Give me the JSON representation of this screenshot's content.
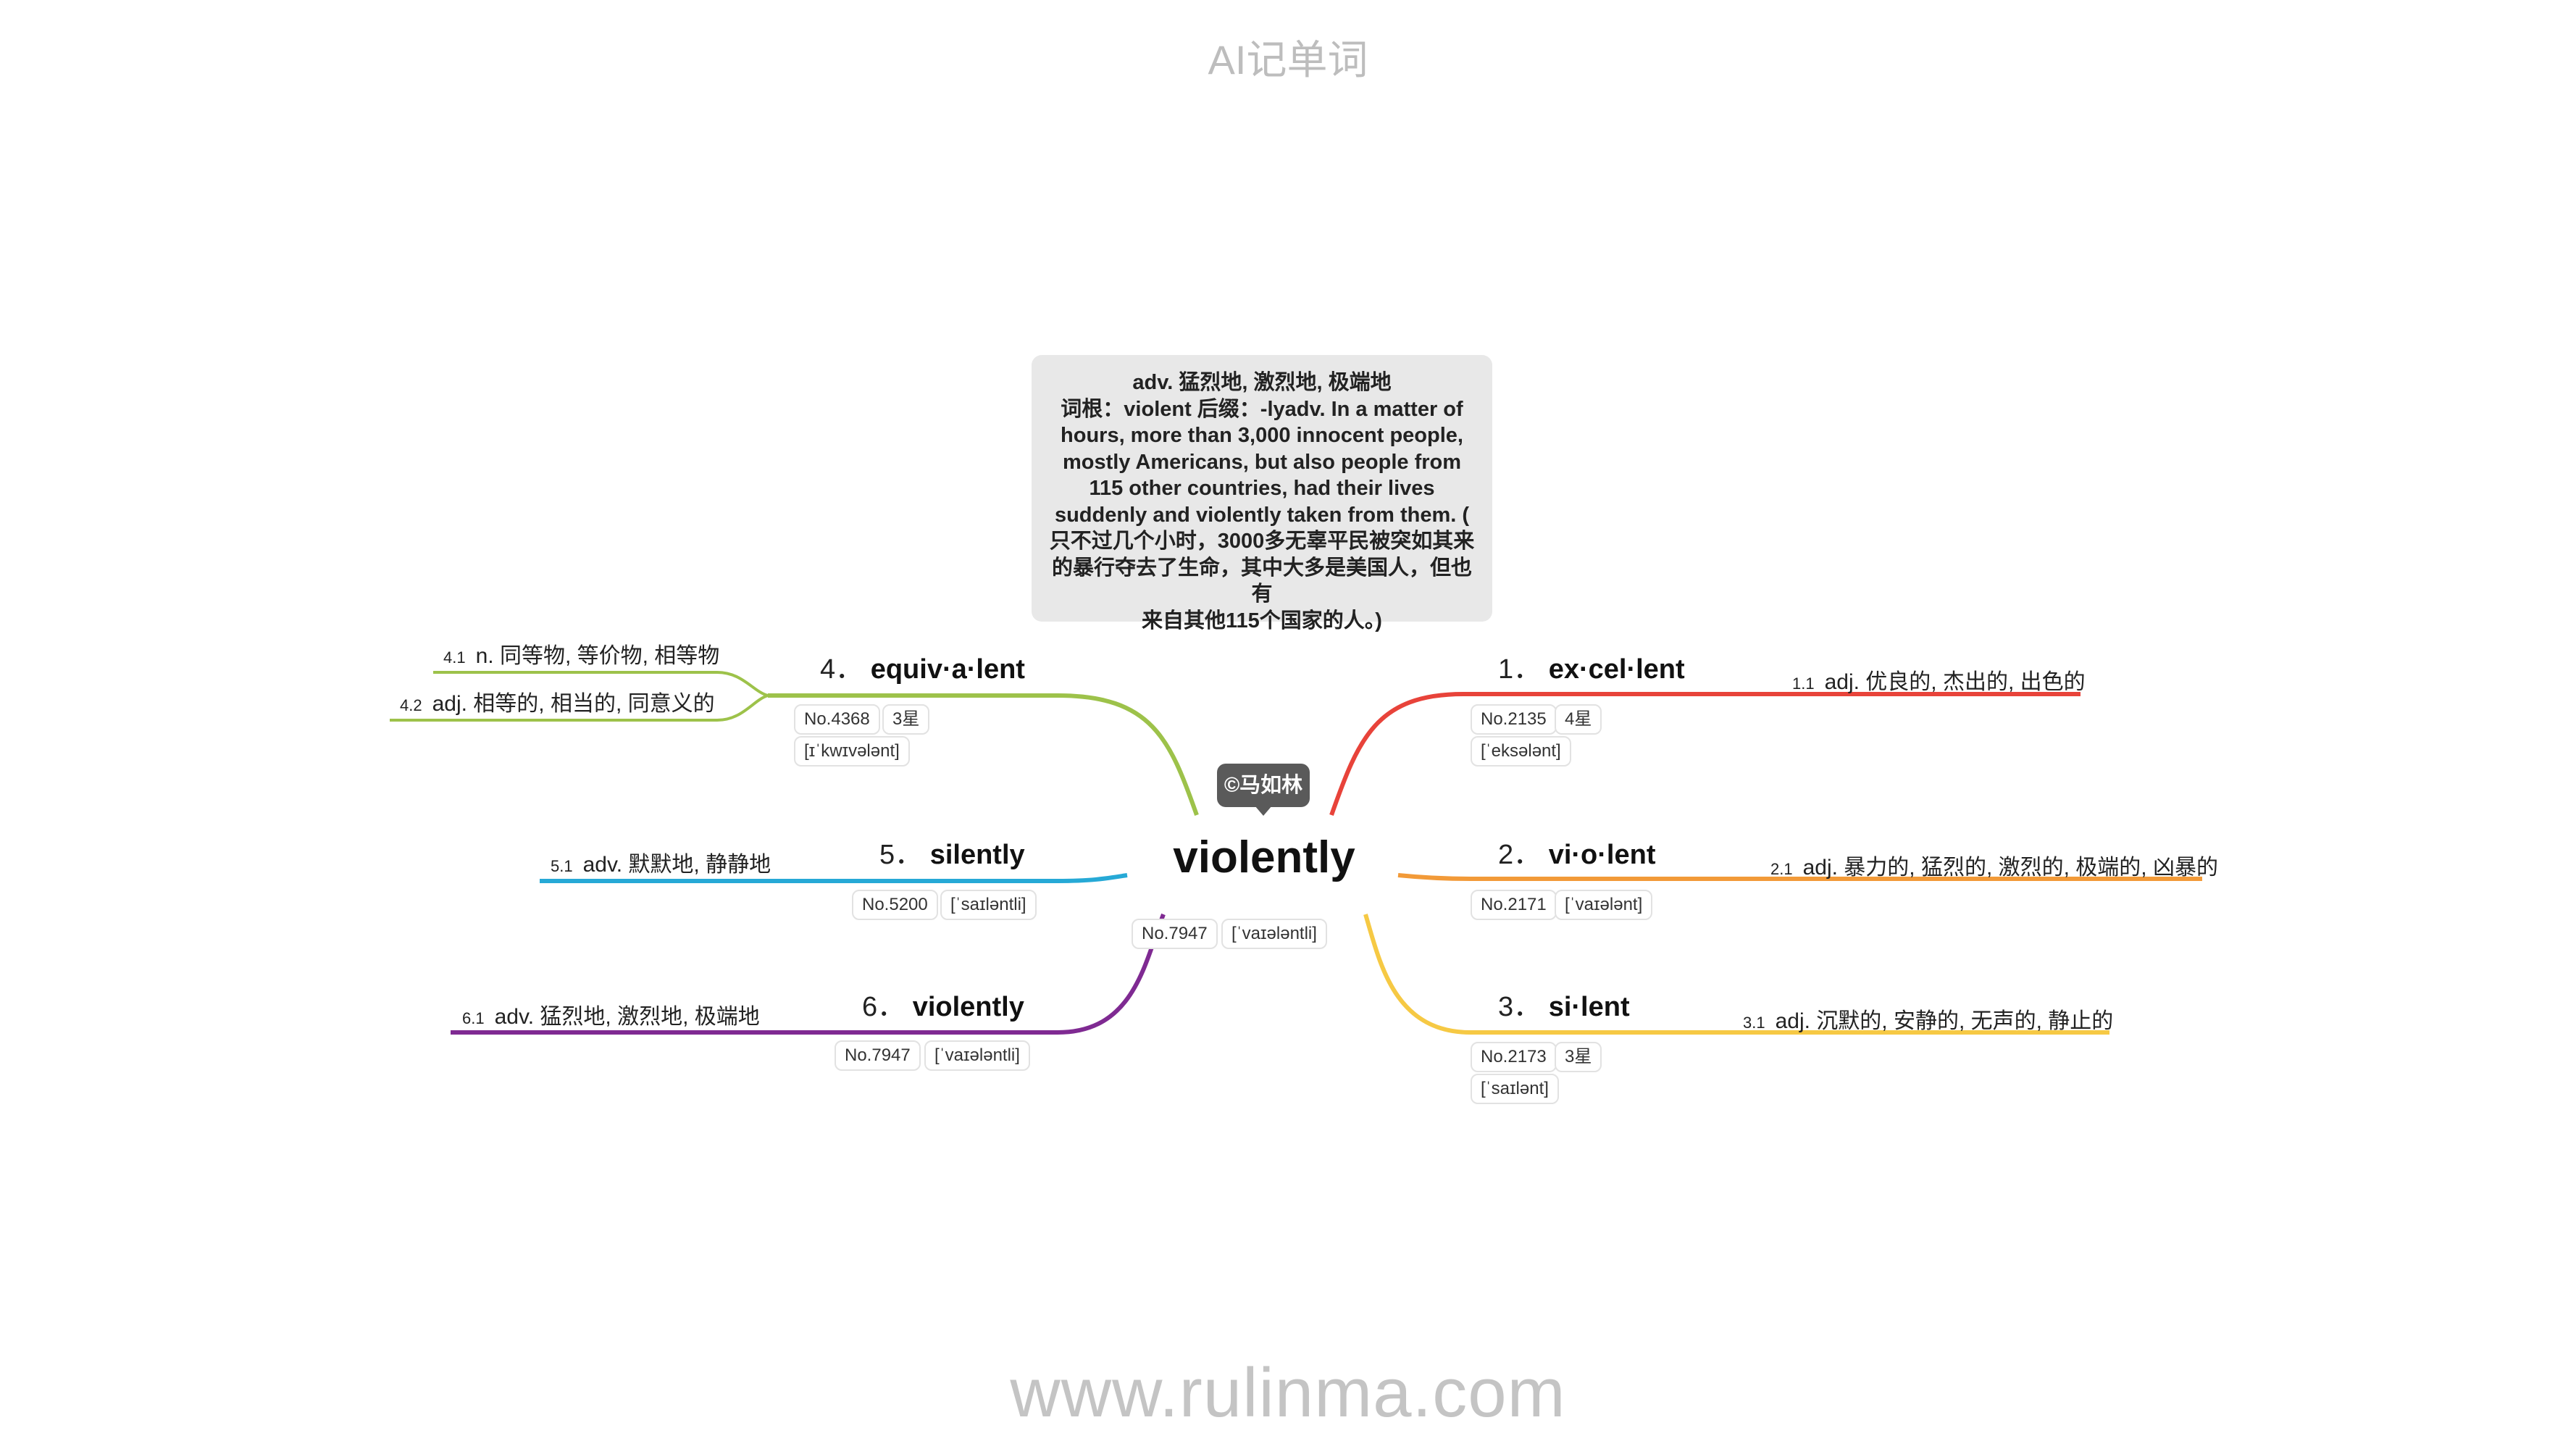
{
  "header": {
    "title": "AI记单词"
  },
  "footer": {
    "url": "www.rulinma.com"
  },
  "central": {
    "word": "violently",
    "no": "No.7947",
    "phonetic": "[ˈvaɪələntli]",
    "copyright": "©马如林",
    "note_lines": [
      "adv. 猛烈地, 激烈地, 极端地",
      "词根：violent 后缀：-lyadv. In a matter of",
      "hours, more than 3,000 innocent people,",
      "mostly Americans, but also people from",
      "115 other countries, had their lives",
      "suddenly and violently taken from them. (",
      "只不过几个小时，3000多无辜平民被突如其来",
      "的暴行夺去了生命，其中大多是美国人，但也有",
      "来自其他115个国家的人。)"
    ]
  },
  "branches": [
    {
      "num": "1．",
      "word": "ex·cel·lent",
      "color": "#e8433a",
      "no": "No.2135",
      "star": "4星",
      "phonetic": "[ˈeksələnt]",
      "subs": [
        {
          "num": "1.1",
          "text": "adj. 优良的, 杰出的, 出色的"
        }
      ]
    },
    {
      "num": "2．",
      "word": "vi·o·lent",
      "color": "#f29a38",
      "no": "No.2171",
      "phonetic": "[ˈvaɪələnt]",
      "subs": [
        {
          "num": "2.1",
          "text": "adj. 暴力的, 猛烈的, 激烈的, 极端的, 凶暴的"
        }
      ]
    },
    {
      "num": "3．",
      "word": "si·lent",
      "color": "#f6c944",
      "no": "No.2173",
      "star": "3星",
      "phonetic": "[ˈsaɪlənt]",
      "subs": [
        {
          "num": "3.1",
          "text": "adj. 沉默的, 安静的, 无声的, 静止的"
        }
      ]
    },
    {
      "num": "4．",
      "word": "equiv·a·lent",
      "color": "#9dc24a",
      "no": "No.4368",
      "star": "3星",
      "phonetic": "[ɪˈkwɪvələnt]",
      "subs": [
        {
          "num": "4.1",
          "text": "n. 同等物, 等价物, 相等物"
        },
        {
          "num": "4.2",
          "text": "adj. 相等的, 相当的, 同意义的"
        }
      ]
    },
    {
      "num": "5．",
      "word": "silently",
      "color": "#26a9d6",
      "no": "No.5200",
      "phonetic": "[ˈsaɪləntli]",
      "subs": [
        {
          "num": "5.1",
          "text": "adv. 默默地, 静静地"
        }
      ]
    },
    {
      "num": "6．",
      "word": "violently",
      "color": "#7f2a92",
      "no": "No.7947",
      "phonetic": "[ˈvaɪələntli]",
      "subs": [
        {
          "num": "6.1",
          "text": "adv. 猛烈地, 激烈地, 极端地"
        }
      ]
    }
  ]
}
